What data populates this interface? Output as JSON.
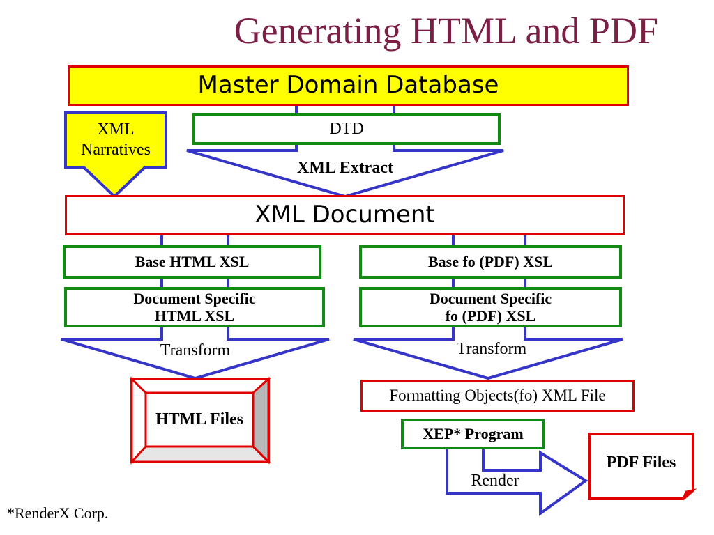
{
  "title": "Generating HTML and PDF",
  "nodes": {
    "master_db": "Master Domain Database",
    "dtd": "DTD",
    "xml_extract": "XML Extract",
    "xml_narratives_line1": "XML",
    "xml_narratives_line2": "Narratives",
    "xml_document": "XML Document",
    "base_html_xsl": "Base HTML XSL",
    "base_fo_xsl": "Base fo (PDF) XSL",
    "doc_html_line1": "Document Specific",
    "doc_html_line2": "HTML XSL",
    "doc_fo_line1": "Document Specific",
    "doc_fo_line2": "fo (PDF) XSL",
    "transform_left": "Transform",
    "transform_right": "Transform",
    "html_files": "HTML Files",
    "fo_xml_file": "Formatting Objects(fo) XML File",
    "xep_program": "XEP* Program",
    "render": "Render",
    "pdf_files": "PDF Files"
  },
  "footnote": "*RenderX Corp.",
  "colors": {
    "title": "#7a1f45",
    "red_border": "#e00000",
    "green_border": "#138a13",
    "blue_arrow": "#3535c8",
    "yellow": "#ffff00",
    "gray_bevel": "#b8b8b8"
  }
}
